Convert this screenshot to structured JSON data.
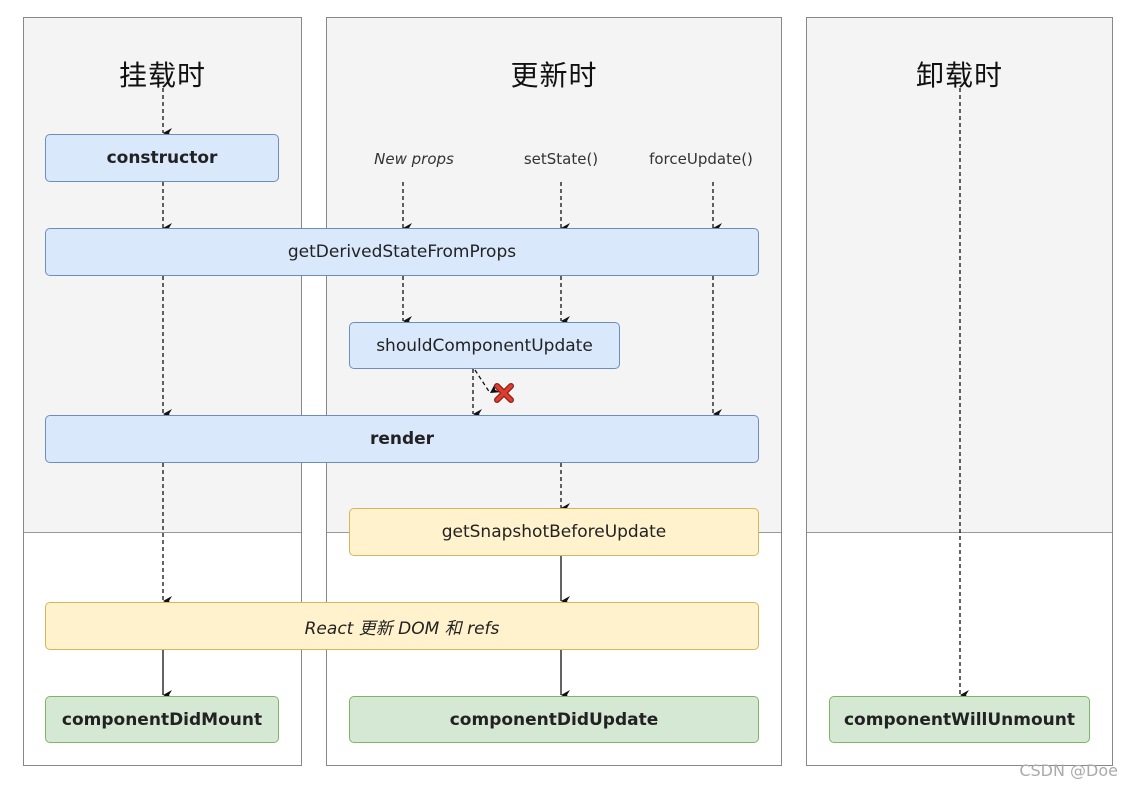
{
  "columns": {
    "mount": {
      "title": "挂载时"
    },
    "update": {
      "title": "更新时"
    },
    "unmount": {
      "title": "卸载时"
    }
  },
  "triggers": {
    "new_props": "New props",
    "set_state": "setState()",
    "force_update": "forceUpdate()"
  },
  "nodes": {
    "constructor": "constructor",
    "get_derived_state_from_props": "getDerivedStateFromProps",
    "should_component_update": "shouldComponentUpdate",
    "render": "render",
    "get_snapshot_before_update": "getSnapshotBeforeUpdate",
    "react_update_dom": "React 更新 DOM 和 refs",
    "component_did_mount": "componentDidMount",
    "component_did_update": "componentDidUpdate",
    "component_will_unmount": "componentWillUnmount"
  },
  "watermark": "CSDN @Doe",
  "colors": {
    "blue_fill": "#dae8fc",
    "yellow_fill": "#fff2cc",
    "green_fill": "#d5e8d4",
    "cancel_mark": "#e03c31"
  }
}
